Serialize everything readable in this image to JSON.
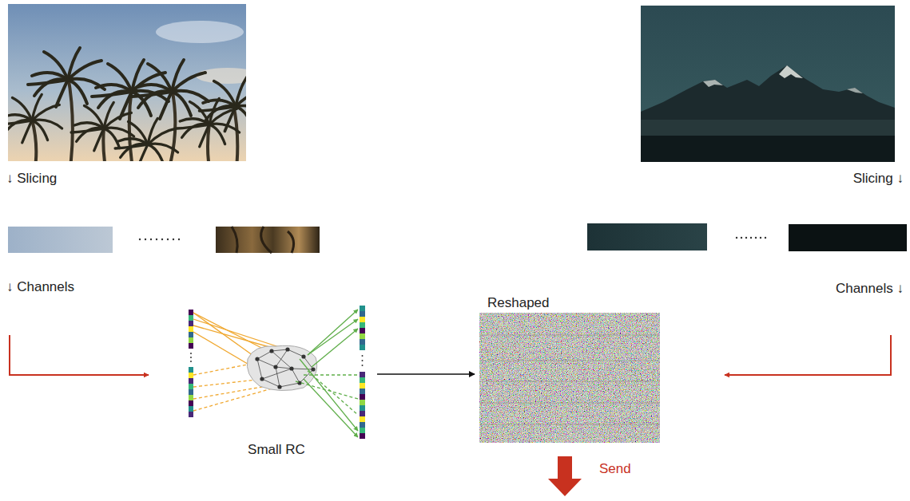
{
  "diagram": {
    "nodes": [
      {
        "text": [
          "Small RC"
        ]
      },
      {
        "text": [
          "Reshaped"
        ]
      }
    ],
    "edges": [
      {
        "from": 0,
        "to": 1,
        "arrow": "to"
      }
    ],
    "labels": [
      "↓ Slicing",
      "Slicing ↓",
      "↓ Channels",
      "Channels ↓",
      "Send"
    ]
  }
}
